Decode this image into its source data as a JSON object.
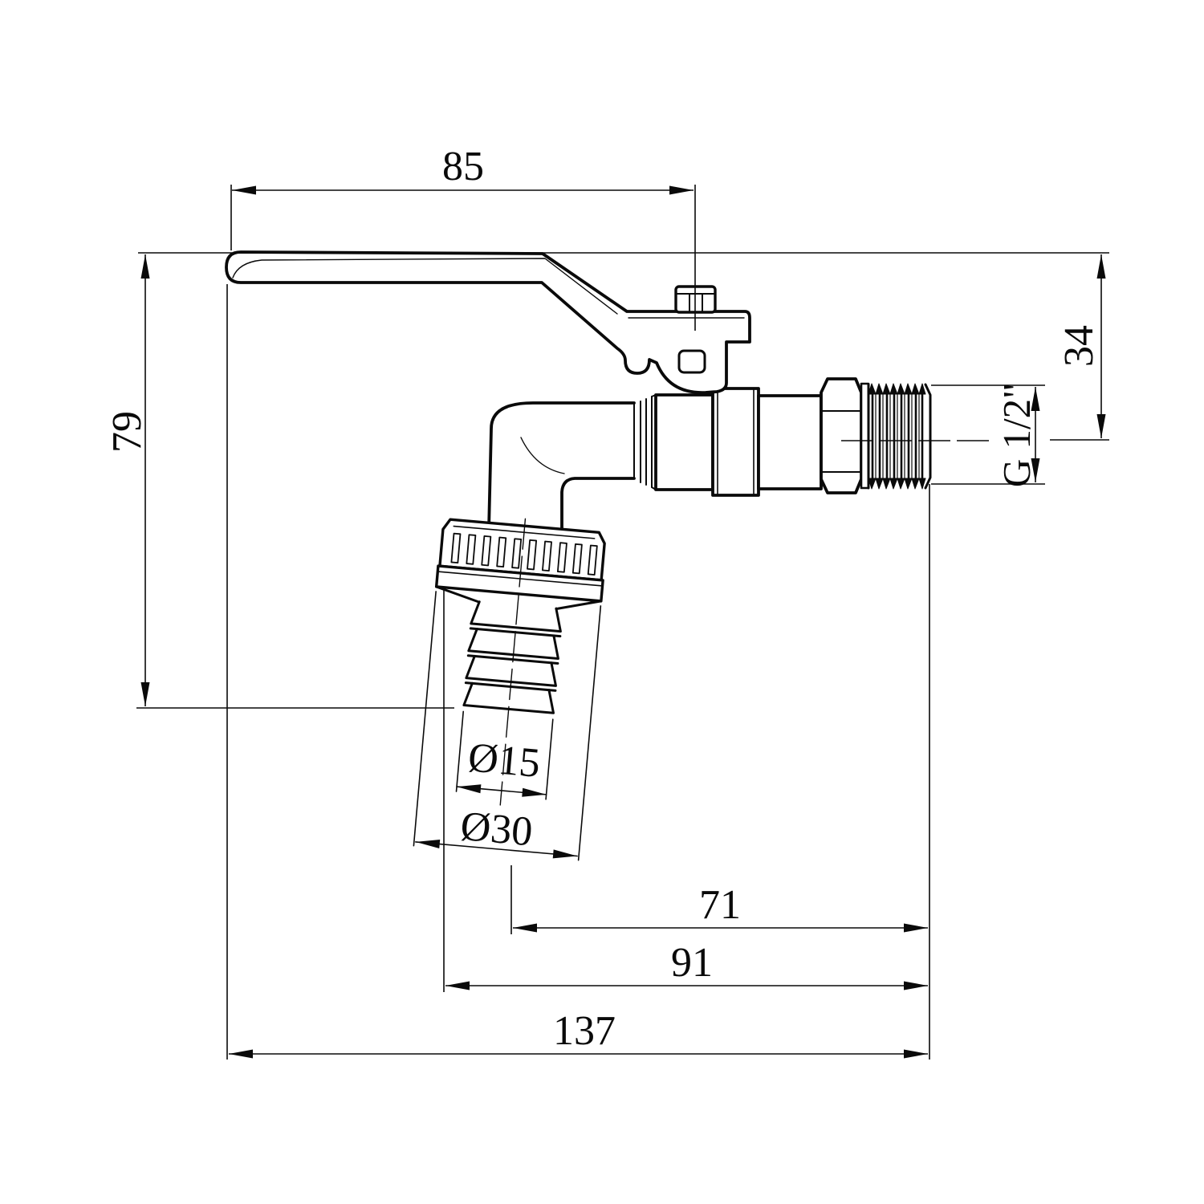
{
  "drawing": {
    "type": "technical-drawing-ball-valve-bibcock",
    "background_color": "#ffffff",
    "line_color": "#0a0a0a",
    "dimensions": {
      "handle_length": "85",
      "overall_height": "79",
      "handle_to_axis_height": "34",
      "thread_label": "G 1/2\"",
      "spout_bore_diameter": "Ø15",
      "spout_nut_diameter": "Ø30",
      "axis_to_spout_length": "71",
      "spout_to_inlet_length": "91",
      "overall_length": "137"
    }
  }
}
